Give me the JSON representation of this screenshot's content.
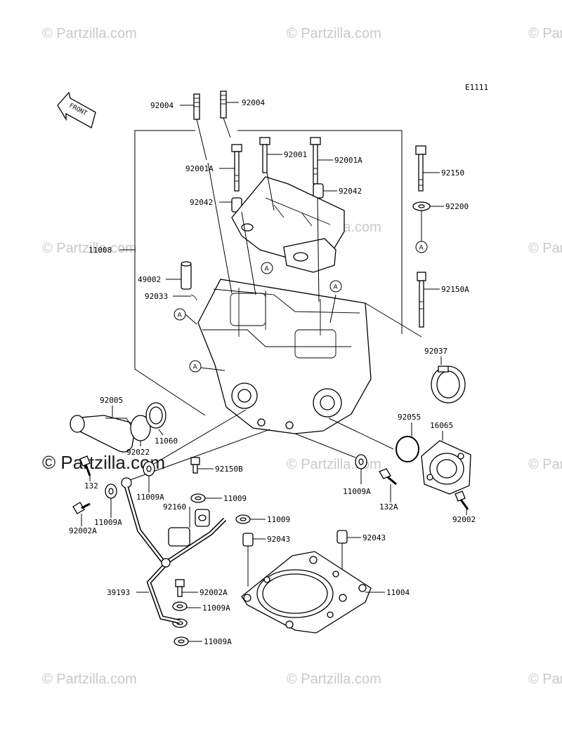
{
  "diagram": {
    "code": "E1111",
    "front_label": "FRONT",
    "watermark": "© Partzilla.com",
    "ref_letter": "A",
    "labels": {
      "p92004a": "92004",
      "p92004b": "92004",
      "p92001A_left": "92001A",
      "p92001": "92001",
      "p92001A_right": "92001A",
      "p92150": "92150",
      "p92042_right": "92042",
      "p92042_left": "92042",
      "p92200": "92200",
      "p11008": "11008",
      "p49002": "49002",
      "p92150A": "92150A",
      "p92033": "92033",
      "p92037": "92037",
      "p92005": "92005",
      "p92055": "92055",
      "p16065": "16065",
      "p11060": "11060",
      "p92022": "92022",
      "p92150B": "92150B",
      "p132": "132",
      "p11009A_a": "11009A",
      "p11009A_b": "11009A",
      "p132A": "132A",
      "p92002": "92002",
      "p11009_a": "11009",
      "p92160": "92160",
      "p11009A_c": "11009A",
      "p92002A_a": "92002A",
      "p11009_b": "11009",
      "p92043_a": "92043",
      "p92043_b": "92043",
      "p92002A_b": "92002A",
      "p11004": "11004",
      "p39193": "39193",
      "p11009A_d": "11009A",
      "p11009A_e": "11009A"
    }
  }
}
